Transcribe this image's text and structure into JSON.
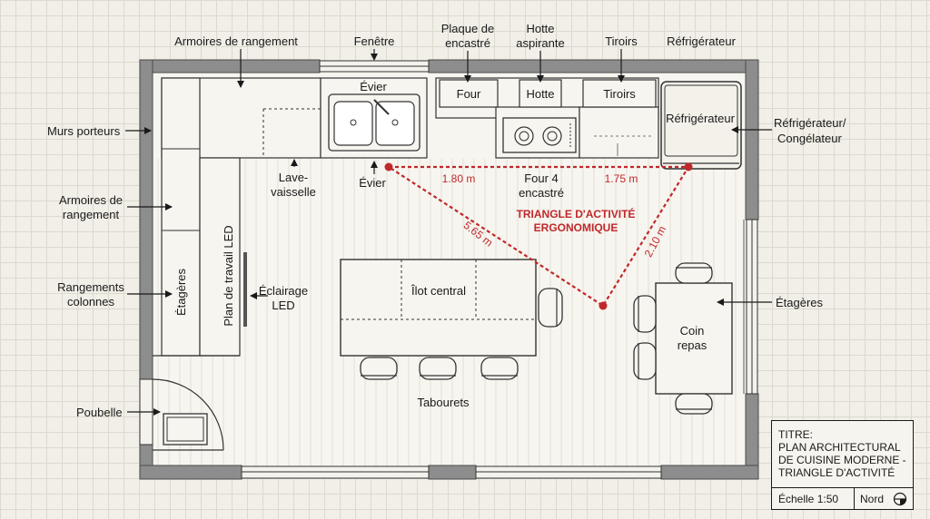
{
  "labels": {
    "armoires_top": "Armoires de rangement",
    "fenetre": "Fenêtre",
    "plaque_l1": "Plaque de",
    "plaque_l2": "encastré",
    "hotte_top_l1": "Hotte",
    "hotte_top_l2": "aspirante",
    "tiroirs_top": "Tiroirs",
    "refrigerateur_top": "Réfrigérateur",
    "murs_porteurs": "Murs porteurs",
    "armoires_left_l1": "Armoires de",
    "armoires_left_l2": "rangement",
    "rangements_l1": "Rangements",
    "rangements_l2": "colonnes",
    "poubelle": "Poubelle",
    "refcong_l1": "Réfrigérateur/",
    "refcong_l2": "Congélateur",
    "etageres_right": "Étagères",
    "evier_top": "Évier",
    "evier_bottom": "Évier",
    "four_box": "Four",
    "hotte_box": "Hotte",
    "tiroirs_box": "Tiroirs",
    "refrigerateur_box": "Réfrigérateur",
    "lave_l1": "Lave-",
    "lave_l2": "vaisselle",
    "four4_l1": "Four 4",
    "four4_l2": "encastré",
    "etageres_inner": "Étagères",
    "plan_travail": "Plan de travail LED",
    "eclairage_l1": "Éclairage",
    "eclairage_l2": "LED",
    "ilot": "Îlot central",
    "tabourets": "Tabourets",
    "coin_l1": "Coin",
    "coin_l2": "repas"
  },
  "triangle": {
    "title_l1": "TRIANGLE D'ACTIVITÉ",
    "title_l2": "ERGONOMIQUE",
    "d1": "1.80 m",
    "d2": "1.75 m",
    "d3": "5.65 m",
    "d4": "2.10 m"
  },
  "title_block": {
    "l1": "TITRE:",
    "l2": "PLAN ARCHITECTURAL",
    "l3": "DE CUISINE MODERNE -",
    "l4": "TRIANGLE D'ACTIVITÉ",
    "scale": "Échelle 1:50",
    "north": "Nord"
  },
  "colors": {
    "wall": "#8d8d8d",
    "accent": "#c0282b",
    "line": "#1a1a1a"
  }
}
